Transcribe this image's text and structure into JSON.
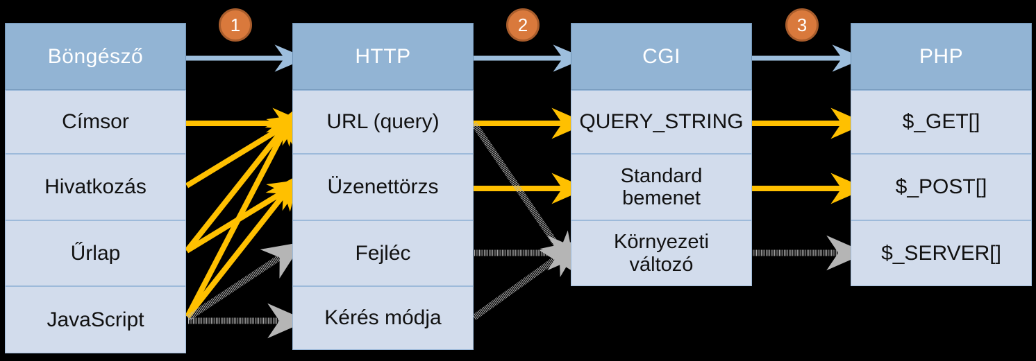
{
  "diagram": {
    "title": "HTTP request data flow: Browser to HTTP to CGI to PHP",
    "colors": {
      "header_fill": "#92b4d4",
      "header_stroke": "#7195b8",
      "body_fill": "#d2dcec",
      "body_stroke": "#9dbada",
      "badge_fill": "#d9793c",
      "badge_stroke": "#a95d2c",
      "arrow_yellow": "#FFC000",
      "arrow_blue": "#9dbedd",
      "arrow_gray": "#b5b5b5",
      "background": "#000000"
    },
    "columns": [
      {
        "id": "browser",
        "header": "Böngésző",
        "rows": [
          "Címsor",
          "Hivatkozás",
          "Űrlap",
          "JavaScript"
        ]
      },
      {
        "id": "http",
        "header": "HTTP",
        "rows": [
          "URL (query)",
          "Üzenettörzs",
          "Fejléc",
          "Kérés módja"
        ]
      },
      {
        "id": "cgi",
        "header": "CGI",
        "rows": [
          "QUERY_STRING",
          "Standard bemenet",
          "Környezeti változó"
        ]
      },
      {
        "id": "php",
        "header": "PHP",
        "rows": [
          "$_GET[]",
          "$_POST[]",
          "$_SERVER[]"
        ]
      }
    ],
    "badges": [
      {
        "label": "1",
        "between": "browser-http"
      },
      {
        "label": "2",
        "between": "http-cgi"
      },
      {
        "label": "3",
        "between": "cgi-php"
      }
    ],
    "connections": [
      {
        "gap": 1,
        "style": "blue",
        "from": "Böngésző",
        "to": "HTTP"
      },
      {
        "gap": 1,
        "style": "yellow",
        "from": "Címsor",
        "to": "URL (query)"
      },
      {
        "gap": 1,
        "style": "yellow",
        "from": "Hivatkozás",
        "to": "URL (query)"
      },
      {
        "gap": 1,
        "style": "yellow",
        "from": "Űrlap",
        "to": "URL (query)"
      },
      {
        "gap": 1,
        "style": "yellow",
        "from": "Űrlap",
        "to": "Üzenettörzs"
      },
      {
        "gap": 1,
        "style": "yellow",
        "from": "JavaScript",
        "to": "URL (query)"
      },
      {
        "gap": 1,
        "style": "yellow",
        "from": "JavaScript",
        "to": "Üzenettörzs"
      },
      {
        "gap": 1,
        "style": "gray",
        "from": "JavaScript",
        "to": "Fejléc"
      },
      {
        "gap": 1,
        "style": "gray",
        "from": "JavaScript",
        "to": "Kérés módja"
      },
      {
        "gap": 2,
        "style": "blue",
        "from": "HTTP",
        "to": "CGI"
      },
      {
        "gap": 2,
        "style": "yellow",
        "from": "URL (query)",
        "to": "QUERY_STRING"
      },
      {
        "gap": 2,
        "style": "yellow",
        "from": "Üzenettörzs",
        "to": "Standard bemenet"
      },
      {
        "gap": 2,
        "style": "gray",
        "from": "URL (query)",
        "to": "Környezeti változó"
      },
      {
        "gap": 2,
        "style": "gray",
        "from": "Fejléc",
        "to": "Környezeti változó"
      },
      {
        "gap": 2,
        "style": "gray",
        "from": "Kérés módja",
        "to": "Környezeti változó"
      },
      {
        "gap": 3,
        "style": "blue",
        "from": "CGI",
        "to": "PHP"
      },
      {
        "gap": 3,
        "style": "yellow",
        "from": "QUERY_STRING",
        "to": "$_GET[]"
      },
      {
        "gap": 3,
        "style": "yellow",
        "from": "Standard bemenet",
        "to": "$_POST[]"
      },
      {
        "gap": 3,
        "style": "gray",
        "from": "Környezeti változó",
        "to": "$_SERVER[]"
      }
    ]
  }
}
